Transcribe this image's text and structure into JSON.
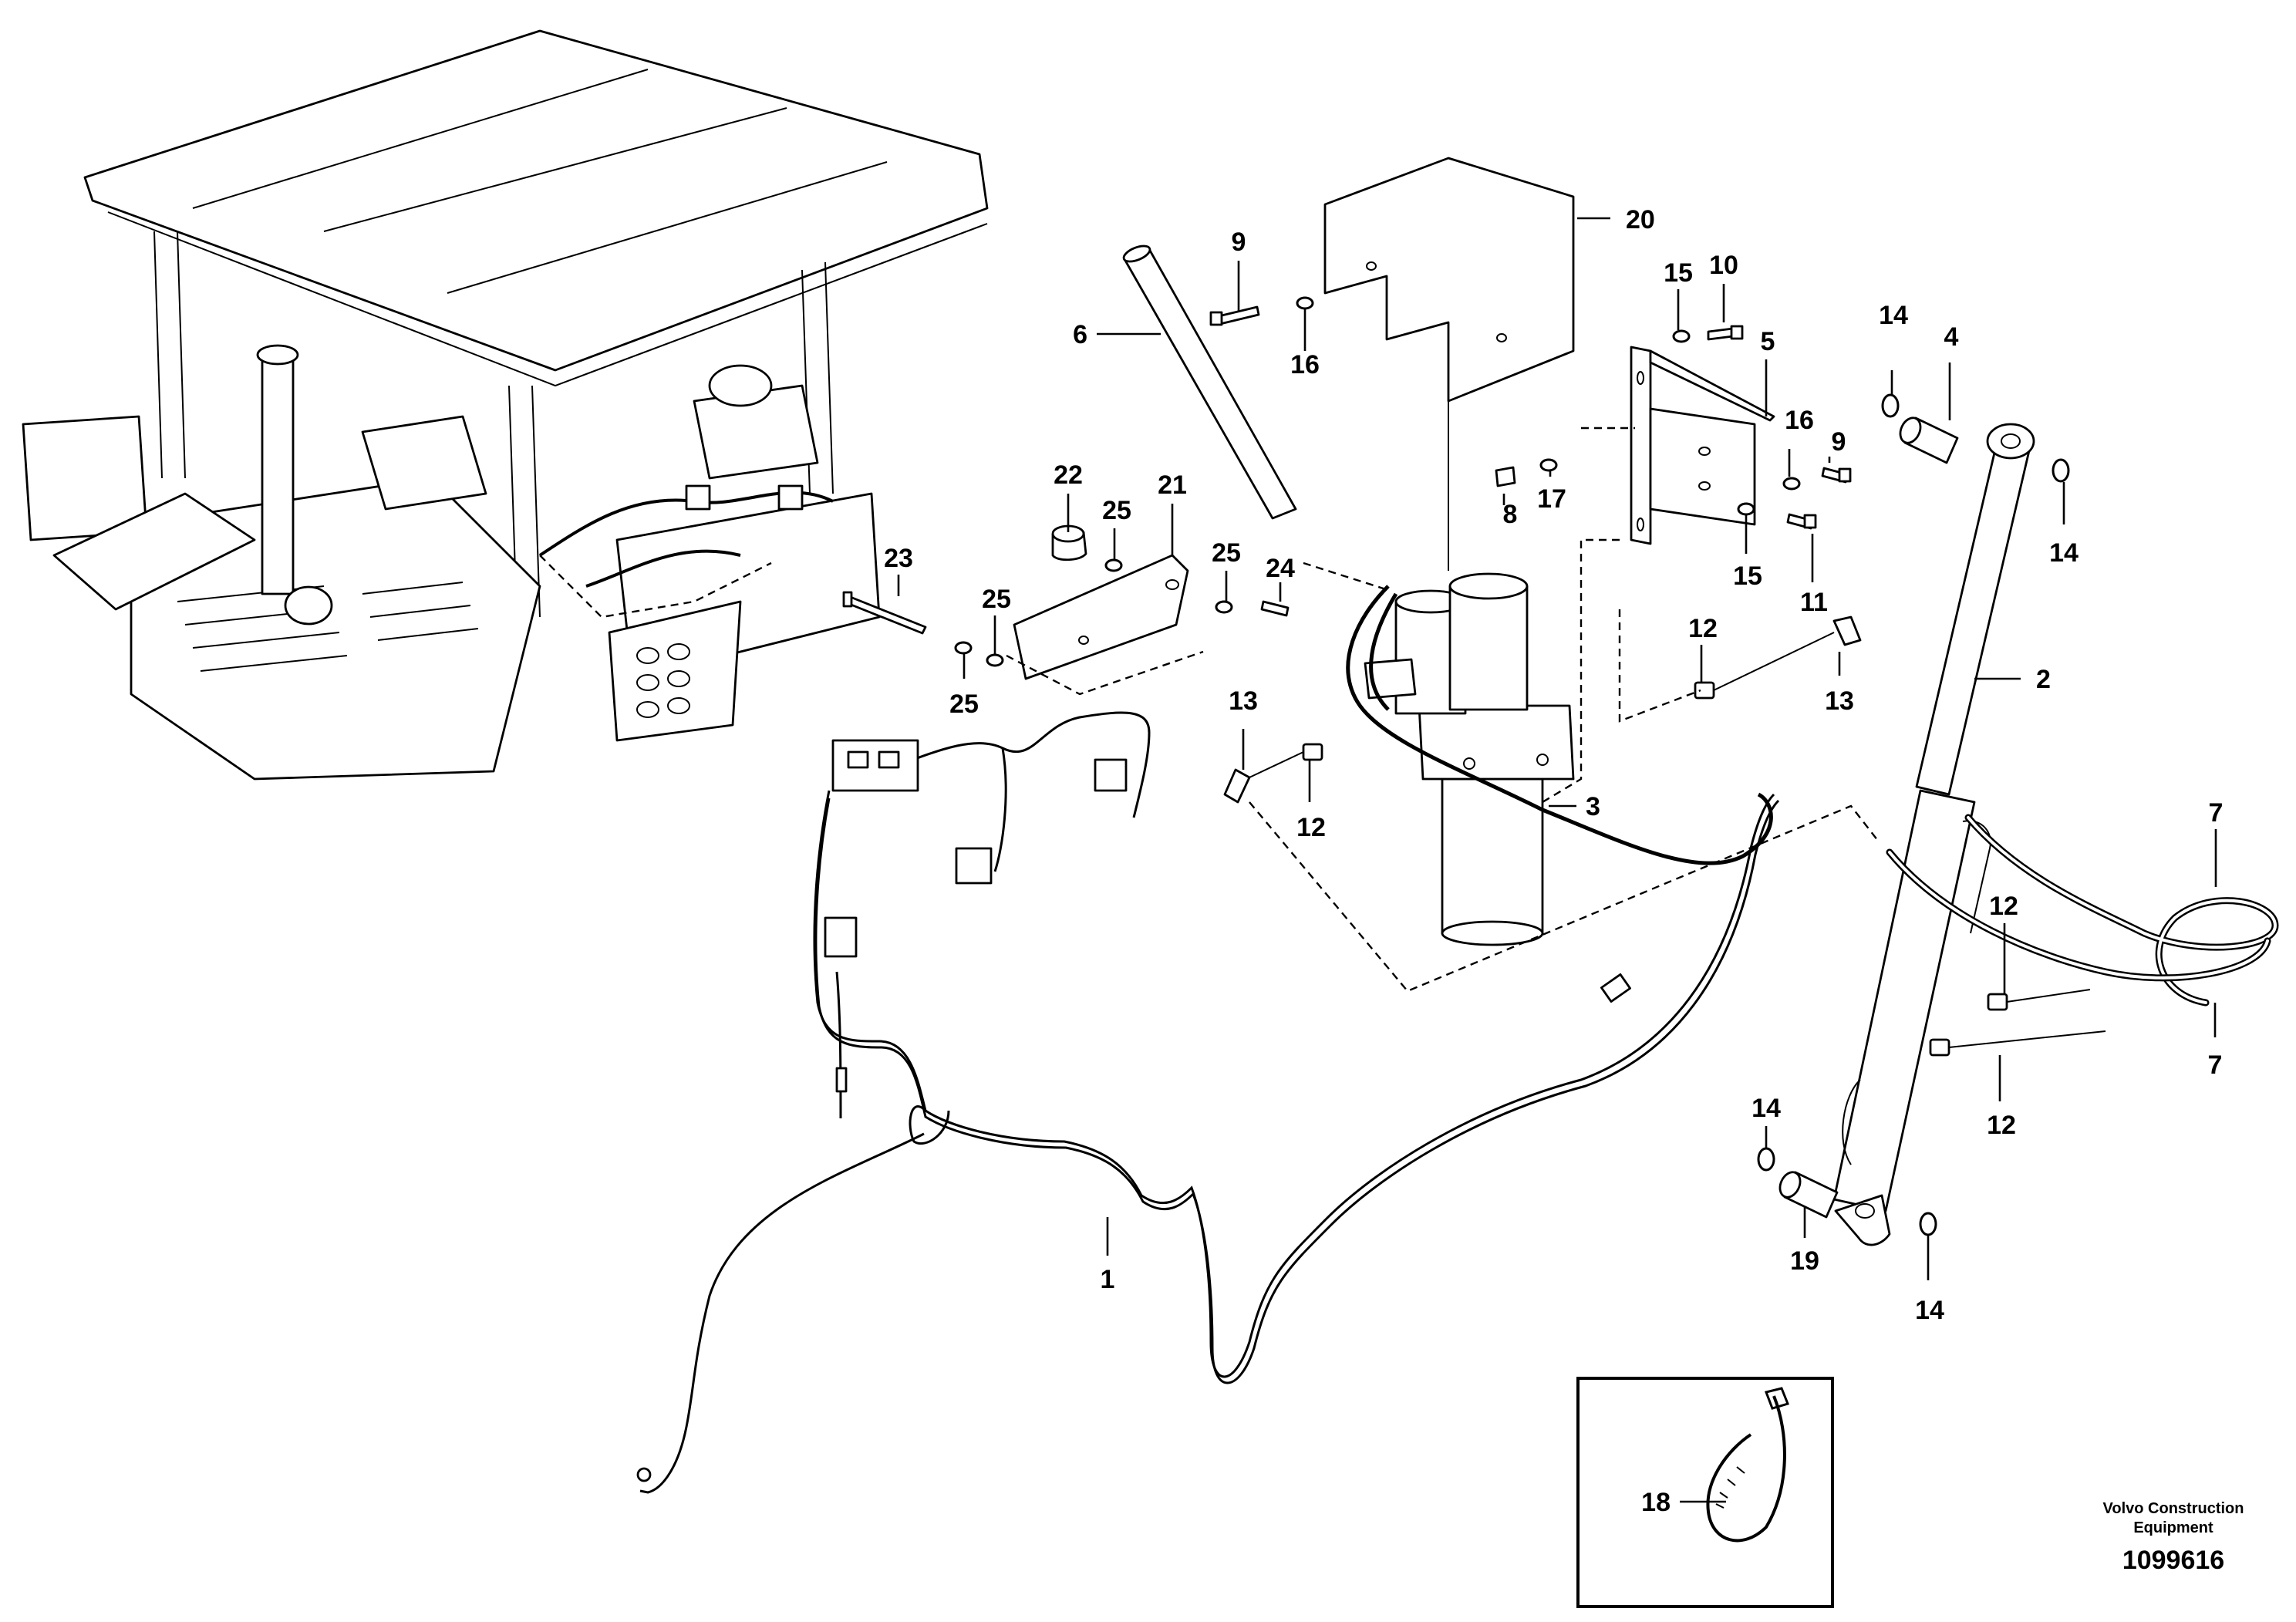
{
  "callouts": {
    "c1": "1",
    "c2": "2",
    "c3": "3",
    "c4": "4",
    "c5": "5",
    "c6": "6",
    "c7a": "7",
    "c7b": "7",
    "c8": "8",
    "c9a": "9",
    "c9b": "9",
    "c10": "10",
    "c11": "11",
    "c12a": "12",
    "c12b": "12",
    "c12c": "12",
    "c12d": "12",
    "c13a": "13",
    "c13b": "13",
    "c14a": "14",
    "c14b": "14",
    "c14c": "14",
    "c14d": "14",
    "c15a": "15",
    "c15b": "15",
    "c16a": "16",
    "c16b": "16",
    "c17": "17",
    "c18": "18",
    "c19": "19",
    "c20": "20",
    "c21": "21",
    "c22": "22",
    "c23": "23",
    "c24": "24",
    "c25a": "25",
    "c25b": "25",
    "c25c": "25",
    "c25d": "25"
  },
  "footer": {
    "credit_line1": "Volvo Construction",
    "credit_line2": "Equipment",
    "document_number": "1099616"
  }
}
